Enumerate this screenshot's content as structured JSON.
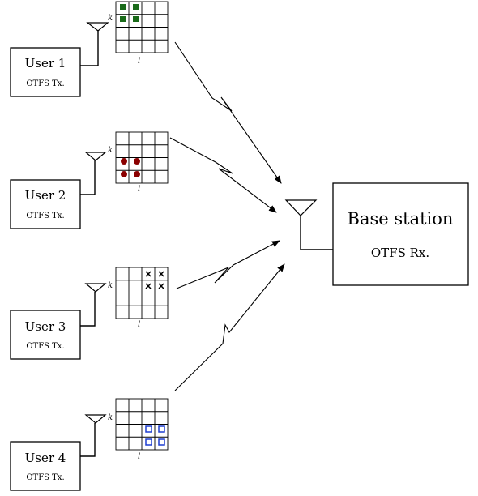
{
  "users": [
    {
      "name": "User 1",
      "tx": "OTFS Tx.",
      "k_label": "k",
      "l_label": "l",
      "symbol": "filled-square",
      "color": "#1a6b1a"
    },
    {
      "name": "User 2",
      "tx": "OTFS Tx.",
      "k_label": "k",
      "l_label": "l",
      "symbol": "filled-circle",
      "color": "#8b0000"
    },
    {
      "name": "User 3",
      "tx": "OTFS Tx.",
      "k_label": "k",
      "l_label": "l",
      "symbol": "cross",
      "color": "#000000"
    },
    {
      "name": "User 4",
      "tx": "OTFS Tx.",
      "k_label": "k",
      "l_label": "l",
      "symbol": "hollow-square",
      "color": "#1f3fd0"
    }
  ],
  "base_station": {
    "title": "Base station",
    "rx": "OTFS Rx."
  },
  "grid": {
    "rows": 4,
    "cols": 4
  }
}
